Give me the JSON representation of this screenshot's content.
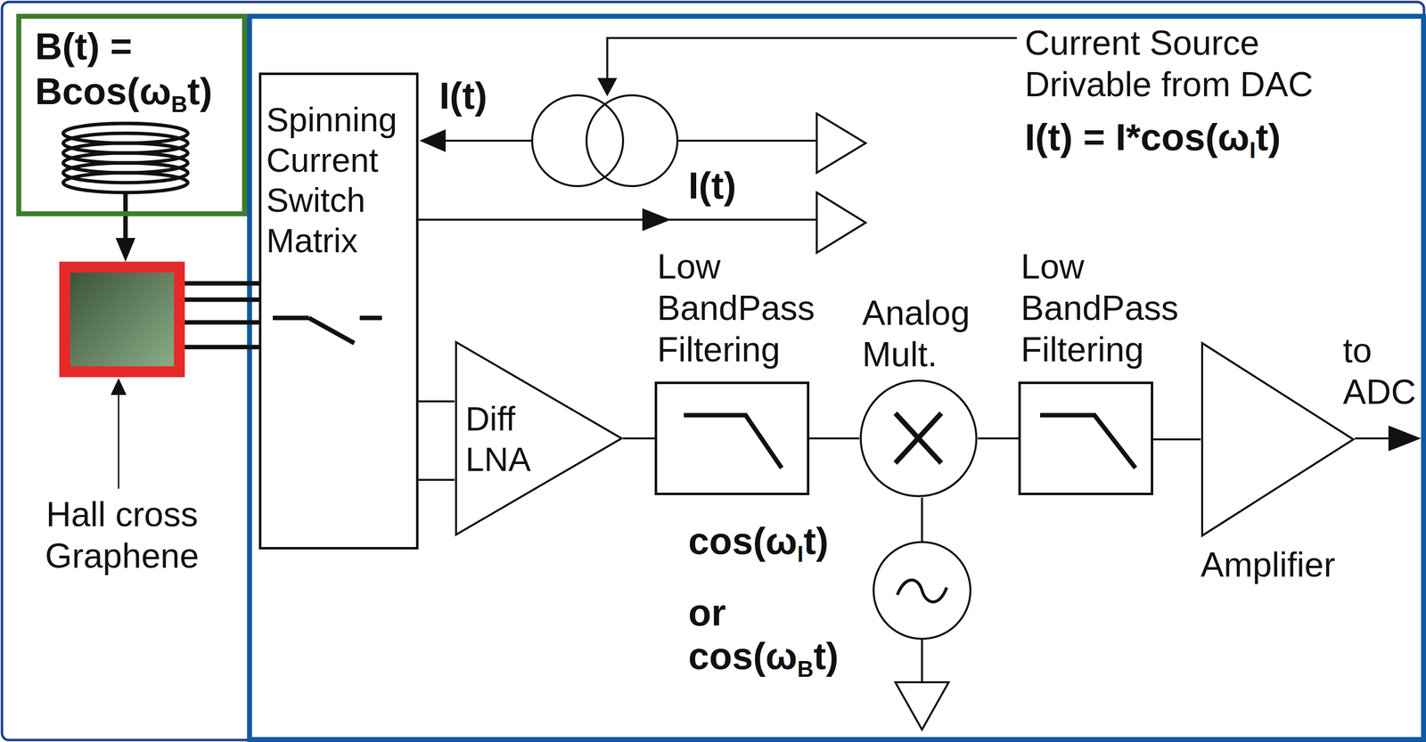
{
  "diagram": {
    "nodes": [
      {
        "text": [
          "B(t) = Bcos(ωBt)"
        ]
      },
      {
        "text": [
          "Hall cross Graphene"
        ]
      },
      {
        "text": [
          "Spinning Current Switch Matrix"
        ]
      },
      {
        "text": [
          "Diff LNA"
        ]
      },
      {
        "text": [
          "Low BandPass Filtering"
        ]
      },
      {
        "text": [
          "Analog Mult."
        ]
      },
      {
        "text": [
          "Low BandPass Filtering"
        ]
      },
      {
        "text": [
          "Amplifier"
        ]
      }
    ],
    "edges": [
      {
        "from": 0,
        "to": 1,
        "arrow": "to"
      },
      {
        "from": 1,
        "to": 2,
        "arrow": "none"
      },
      {
        "from": 2,
        "to": 3,
        "arrow": "none"
      },
      {
        "from": 3,
        "to": 4,
        "arrow": "none"
      },
      {
        "from": 4,
        "to": 5,
        "arrow": "none"
      },
      {
        "from": 5,
        "to": 6,
        "arrow": "none"
      },
      {
        "from": 6,
        "to": 7,
        "arrow": "none"
      }
    ],
    "labels": [
      "I(t)",
      "I(t)",
      "Current Source Drivable from DAC",
      "I(t) = I*cos(ωIt)",
      "cos(ωIt)",
      "or",
      "cos(ωBt)",
      "to ADC"
    ]
  }
}
